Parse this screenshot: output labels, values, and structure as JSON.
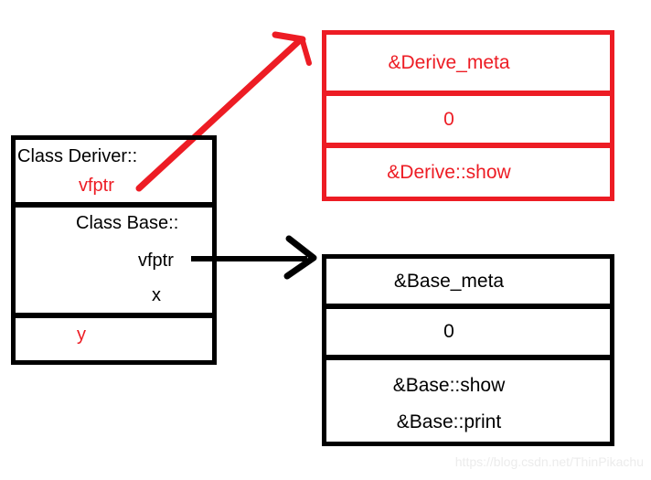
{
  "diagram": {
    "object_box": {
      "derive_label": "Class Deriver::",
      "derive_vfptr": "vfptr",
      "base_label": "Class Base::",
      "base_vfptr": "vfptr",
      "base_x": "x",
      "derive_y": "y"
    },
    "derive_vtable": {
      "rows": [
        "&Derive_meta",
        "0",
        "&Derive::show"
      ]
    },
    "base_vtable": {
      "rows": [
        "&Base_meta",
        "0"
      ],
      "row3_lines": [
        "&Base::show",
        "&Base::print"
      ]
    },
    "colors": {
      "red": "#ed1c24",
      "black": "#000000",
      "watermark": "#ececec"
    },
    "watermark": "https://blog.csdn.net/ThinPikachu"
  }
}
